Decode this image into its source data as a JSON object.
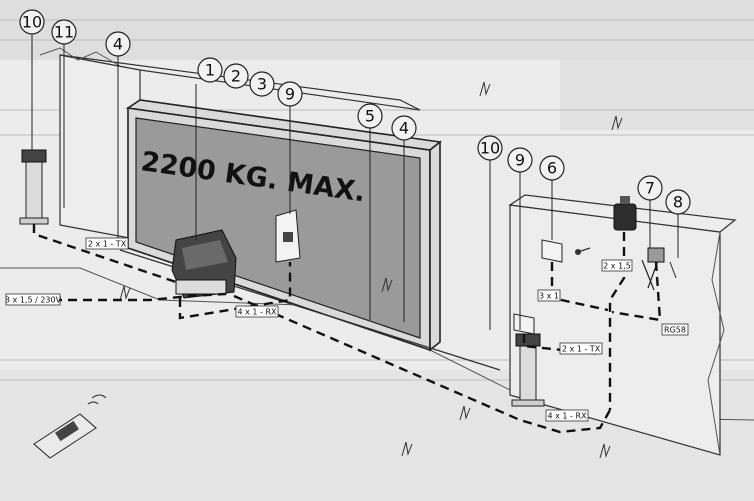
{
  "gate": {
    "max_load_label": "2200 KG. MAX."
  },
  "callouts": [
    "10",
    "11",
    "4",
    "1",
    "2",
    "3",
    "9",
    "5",
    "4",
    "10",
    "9",
    "6",
    "7",
    "8"
  ],
  "cables": {
    "left_tx": "2 x 1 - TX",
    "power": "3 x 1,5 / 230V",
    "rx_mid": "4 x 1 - RX",
    "lamp": "2 x 1,5",
    "key": "3 x 1",
    "right_tx": "2 x 1 - TX",
    "antenna": "RG58",
    "rx_right": "4 x 1 - RX"
  }
}
